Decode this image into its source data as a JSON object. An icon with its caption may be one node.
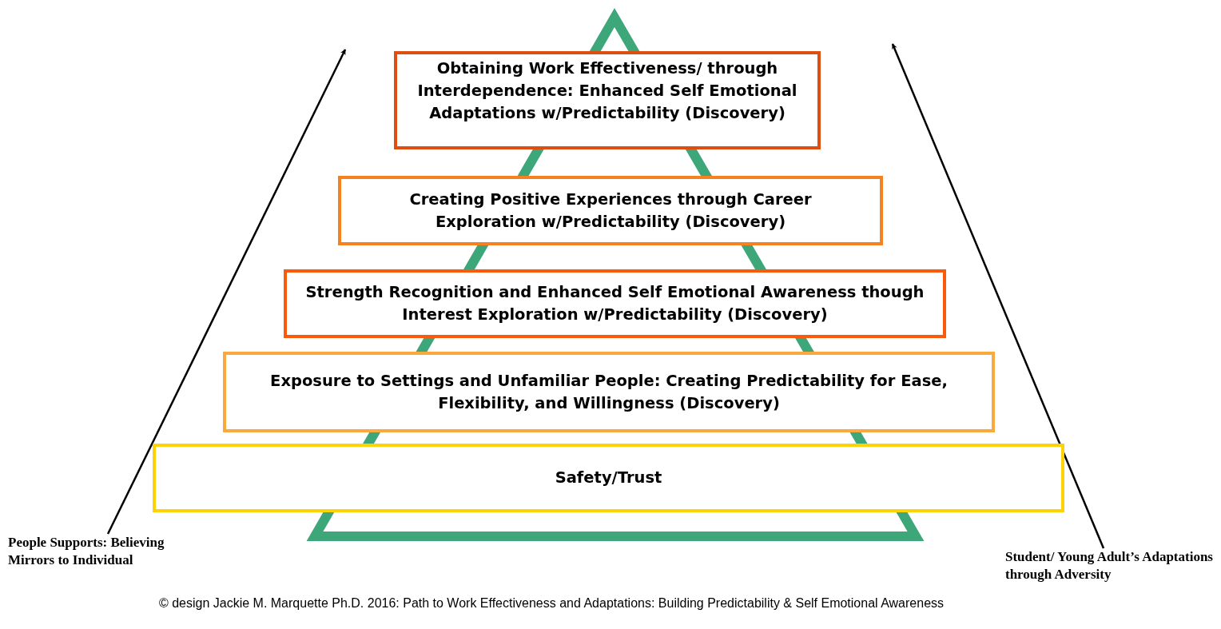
{
  "diagram": {
    "caption": "© design Jackie M. Marquette Ph.D. 2016: Path to Work Effectiveness and Adaptations: Building Predictability & Self Emotional Awareness",
    "nodes": [
      {
        "text": [
          "Obtaining Work Effectiveness/ through Interdependence: Enhanced Self Emotional Adaptations w/Predictability (Discovery)"
        ]
      },
      {
        "text": [
          "Creating Positive Experiences through Career Exploration w/Predictability (Discovery)"
        ]
      },
      {
        "text": [
          "Strength Recognition and Enhanced Self Emotional Awareness though Interest Exploration w/Predictability  (Discovery)"
        ]
      },
      {
        "text": [
          "Exposure to Settings and Unfamiliar People: Creating Predictability for Ease, Flexibility, and Willingness (Discovery)"
        ]
      },
      {
        "text": [
          "Safety/Trust"
        ]
      },
      {
        "text": [
          "People Supports: Believing Mirrors to Individual"
        ]
      },
      {
        "text": [
          "Student/ Young Adult’s Adaptations through Adversity"
        ]
      }
    ],
    "edges": [
      {
        "from": 5,
        "to": null,
        "arrow": "to"
      },
      {
        "from": 6,
        "to": null,
        "arrow": "to"
      }
    ]
  }
}
